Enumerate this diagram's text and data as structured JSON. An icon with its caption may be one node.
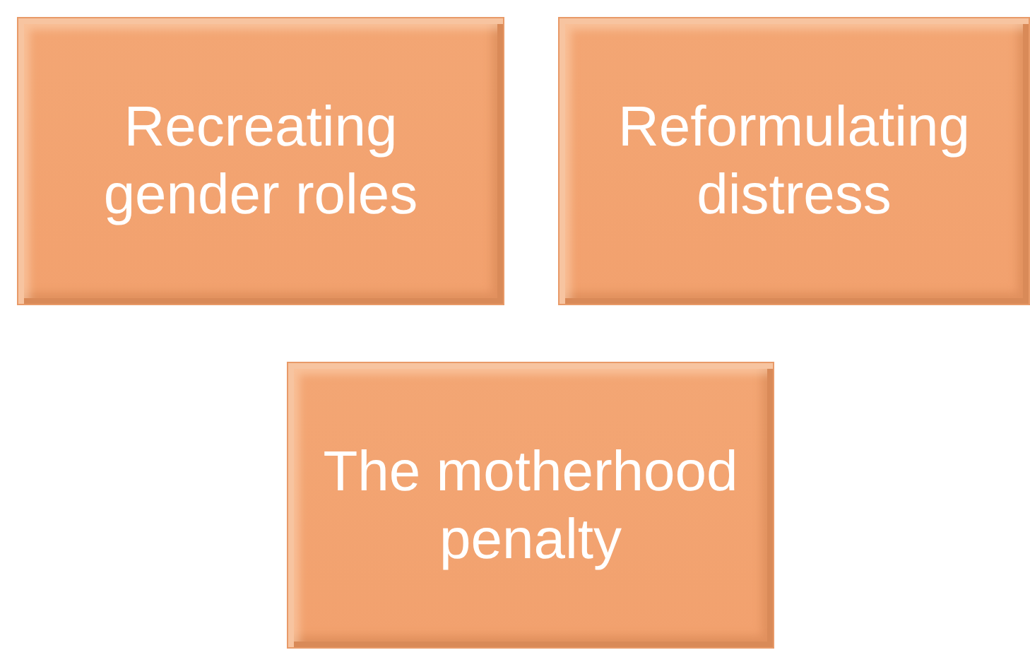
{
  "diagram": {
    "nodes": [
      {
        "text": [
          "Recreating gender roles"
        ]
      },
      {
        "text": [
          "Reformulating distress"
        ]
      },
      {
        "text": [
          "The motherhood penalty"
        ]
      }
    ]
  }
}
